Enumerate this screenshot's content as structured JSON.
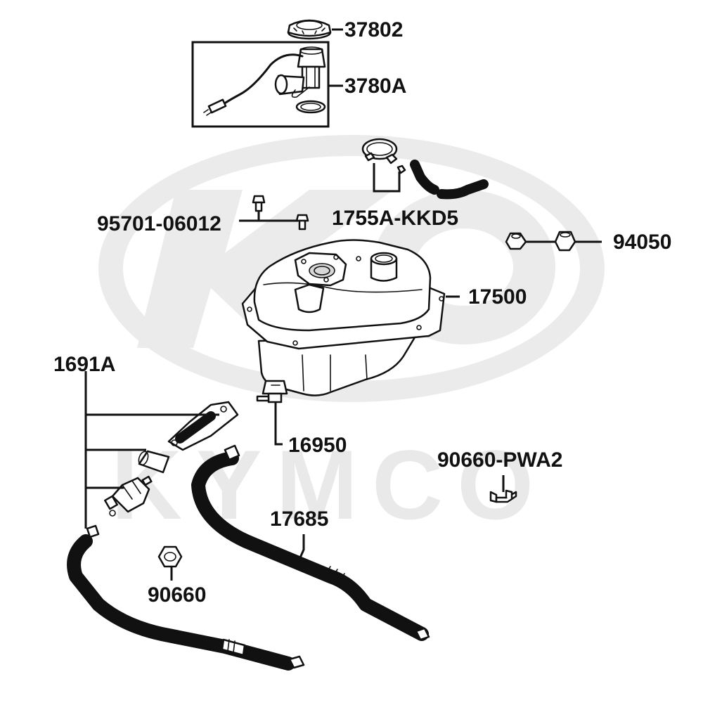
{
  "diagram": {
    "watermark": {
      "brand": "KYMCO"
    },
    "parts": [
      {
        "id": "fuel-pump-cap-ring",
        "number": "37802"
      },
      {
        "id": "fuel-pump-assembly",
        "number": "3780A"
      },
      {
        "id": "breather-hose-set",
        "number": "1755A-KKD5"
      },
      {
        "id": "bolt",
        "number": "95701-06012"
      },
      {
        "id": "nut",
        "number": "94050"
      },
      {
        "id": "fuel-tank",
        "number": "17500"
      },
      {
        "id": "fuel-hose-set",
        "number": "1691A"
      },
      {
        "id": "fuel-valve",
        "number": "16950"
      },
      {
        "id": "hose-clip-pwa2",
        "number": "90660-PWA2"
      },
      {
        "id": "vent-hose",
        "number": "17685"
      },
      {
        "id": "hose-clip",
        "number": "90660"
      }
    ]
  }
}
